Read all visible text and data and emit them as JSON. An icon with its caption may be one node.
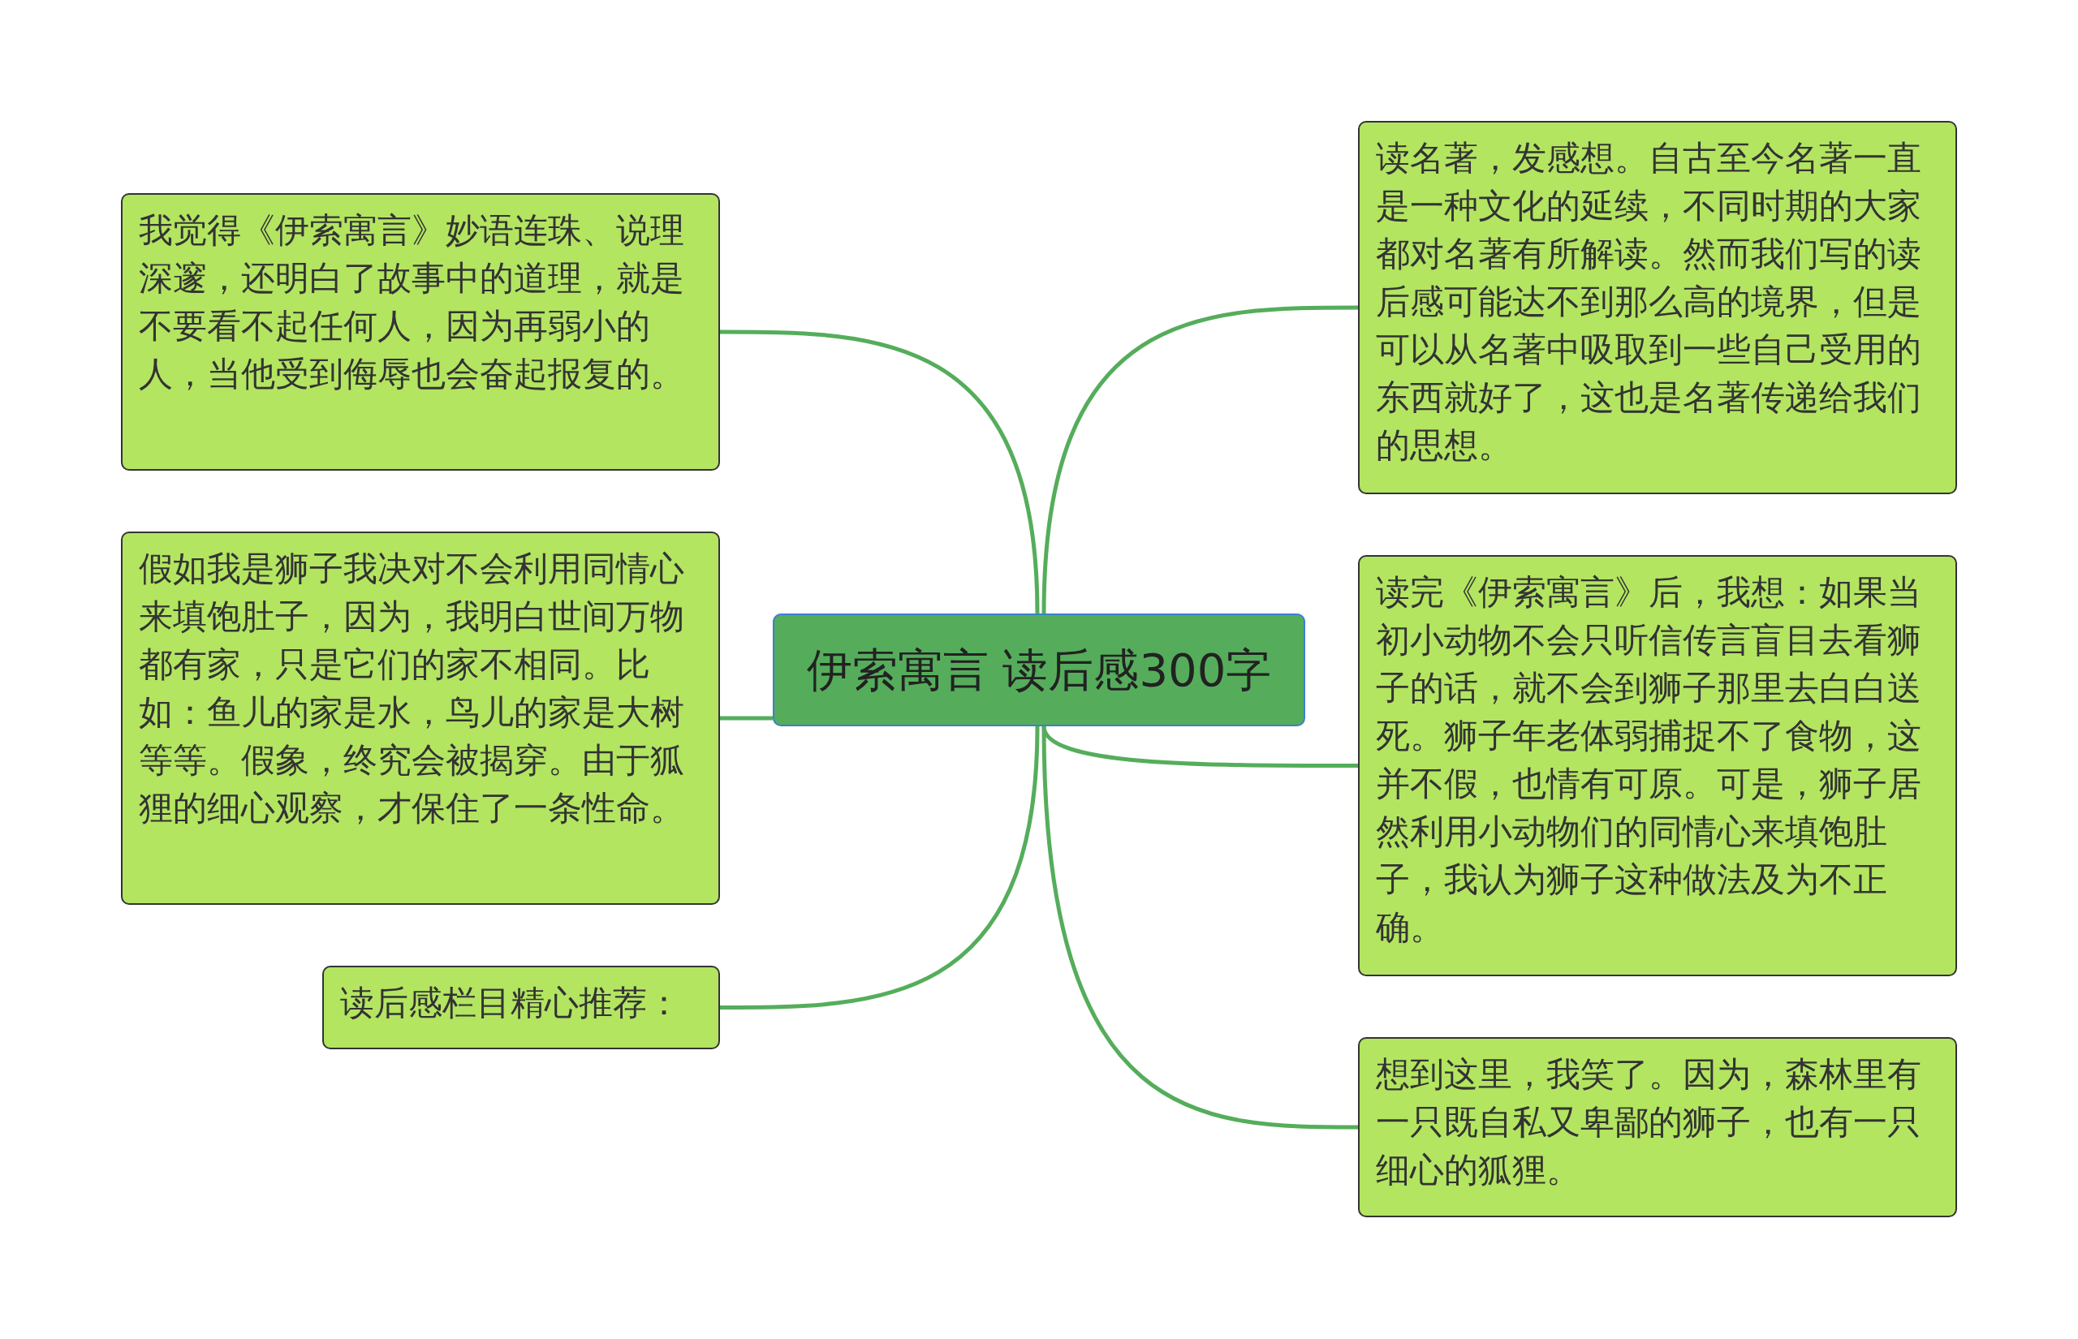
{
  "diagram": {
    "nodes": [
      {
        "text": [
          "伊索寓言 读后感300字"
        ]
      },
      {
        "text": [
          "我觉得《伊索寓言》妙语连珠、说理深邃，还明白了故事中的道理，就是不要看不起任何人，因为再弱小的人，当他受到侮辱也会奋起报复的。"
        ]
      },
      {
        "text": [
          "假如我是狮子我决对不会利用同情心来填饱肚子，因为，我明白世间万物都有家，只是它们的家不相同。比如：鱼儿的家是水，鸟儿的家是大树等等。假象，终究会被揭穿。由于狐狸的细心观察，才保住了一条性命。"
        ]
      },
      {
        "text": [
          "读后感栏目精心推荐："
        ]
      },
      {
        "text": [
          "读名著，发感想。自古至今名著一直是一种文化的延续，不同时期的大家都对名著有所解读。然而我们写的读后感可能达不到那么高的境界，但是可以从名著中吸取到一些自己受用的东西就好了，这也是名著传递给我们的思想。"
        ]
      },
      {
        "text": [
          "读完《伊索寓言》后，我想：如果当初小动物不会只听信传言盲目去看狮子的话，就不会到狮子那里去白白送死。狮子年老体弱捕捉不了食物，这并不假，也情有可原。可是，狮子居然利用小动物们的同情心来填饱肚子，我认为狮子这种做法及为不正确。"
        ]
      },
      {
        "text": [
          "想到这里，我笑了。因为，森林里有一只既自私又卑鄙的狮子，也有一只细心的狐狸。"
        ]
      }
    ],
    "edges": [
      {
        "from": 0,
        "to": 1,
        "arrow": "none"
      },
      {
        "from": 0,
        "to": 2,
        "arrow": "none"
      },
      {
        "from": 0,
        "to": 3,
        "arrow": "none"
      },
      {
        "from": 0,
        "to": 4,
        "arrow": "none"
      },
      {
        "from": 0,
        "to": 5,
        "arrow": "none"
      },
      {
        "from": 0,
        "to": 6,
        "arrow": "none"
      }
    ]
  }
}
